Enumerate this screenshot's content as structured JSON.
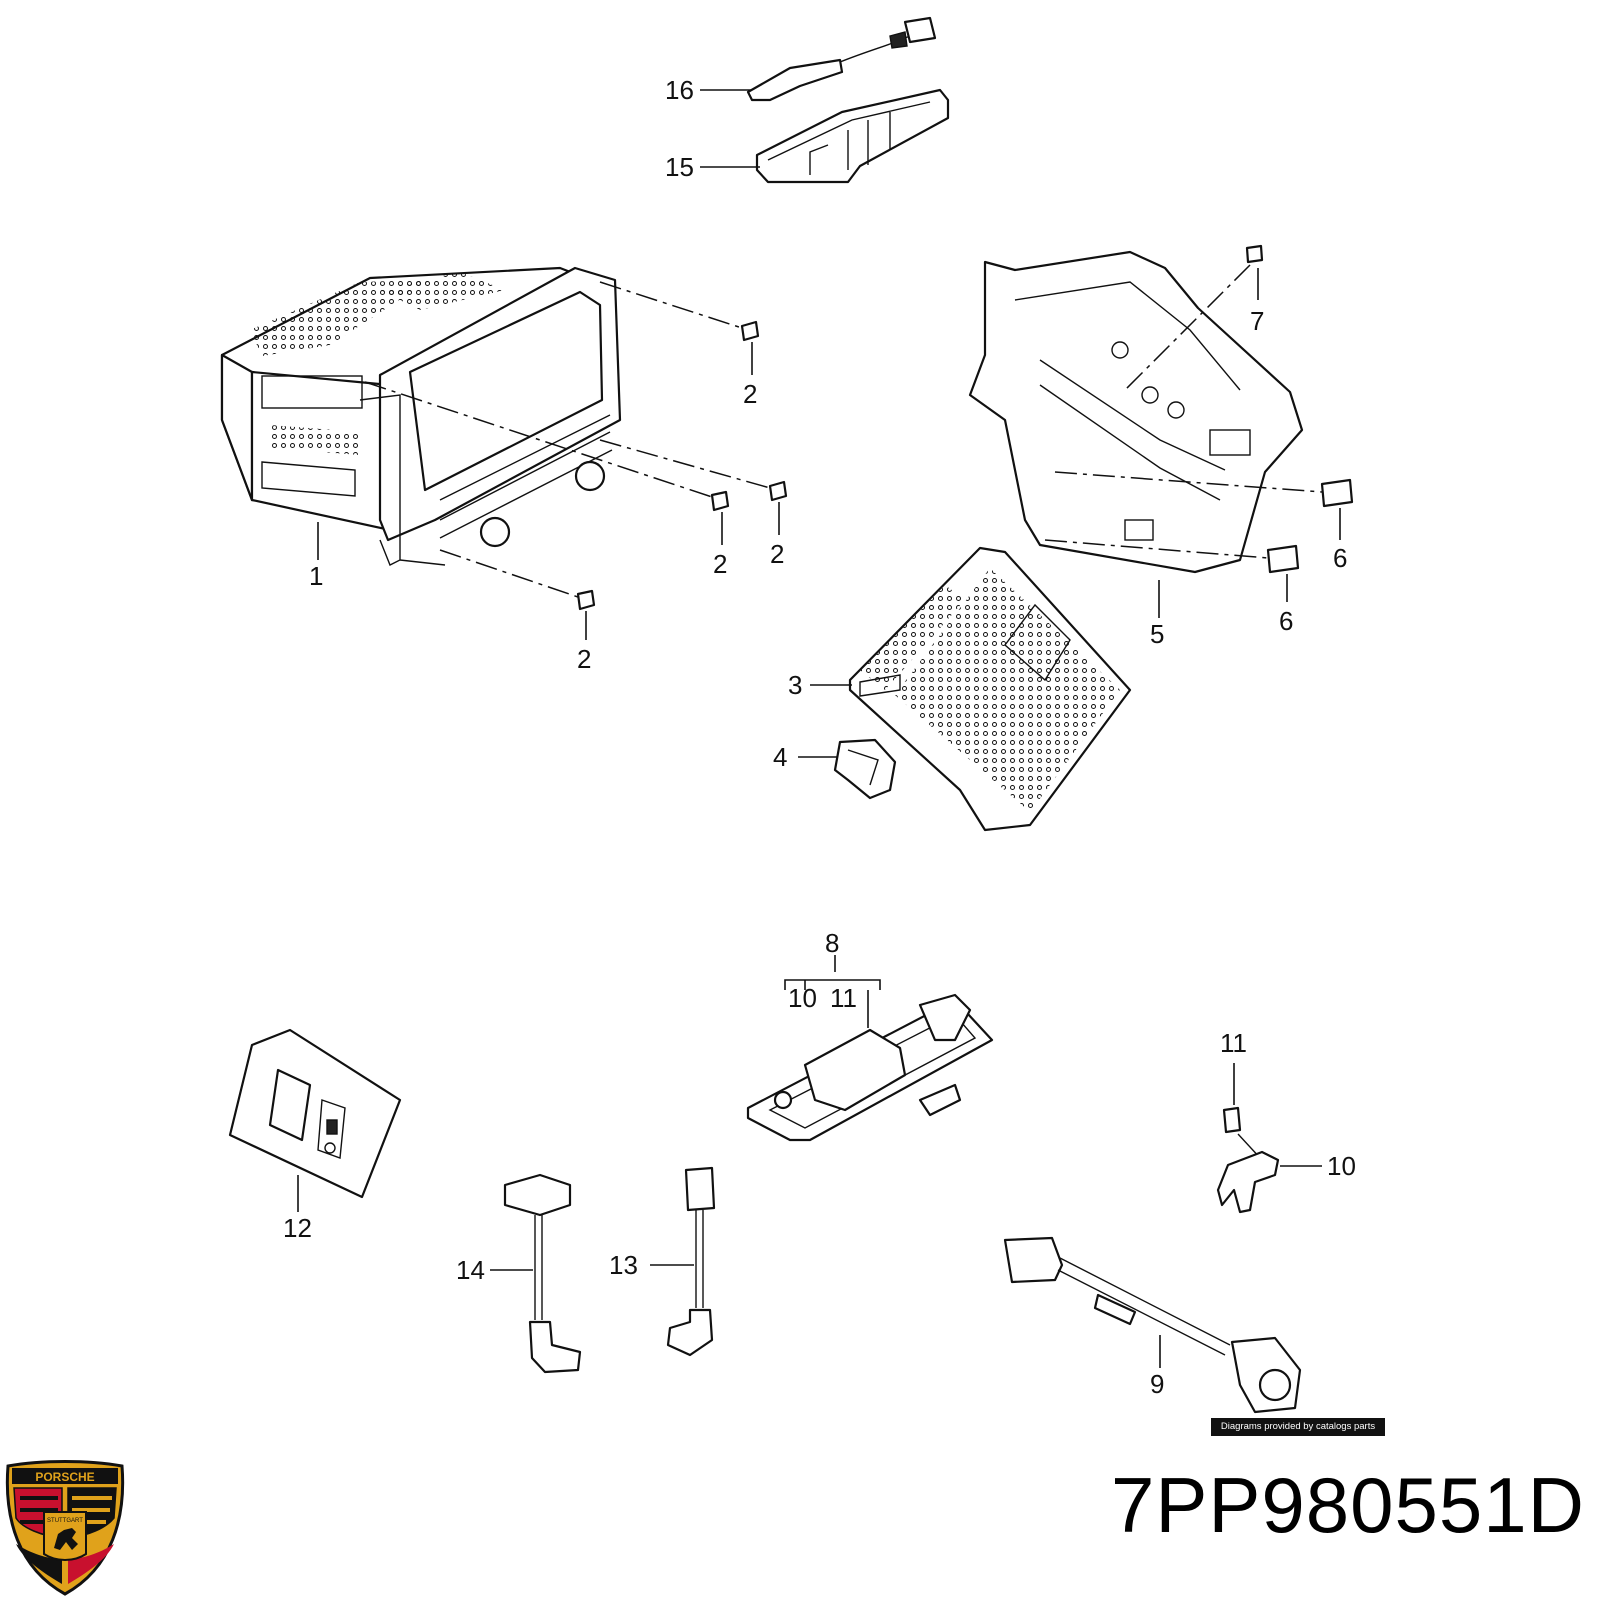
{
  "callouts": {
    "c1": "1",
    "c2a": "2",
    "c2b": "2",
    "c2c": "2",
    "c2d": "2",
    "c3": "3",
    "c4": "4",
    "c5": "5",
    "c6a": "6",
    "c6b": "6",
    "c7": "7",
    "c8": "8",
    "c8_10": "10",
    "c8_11": "11",
    "c9": "9",
    "c10": "10",
    "c11": "11",
    "c12": "12",
    "c13": "13",
    "c14": "14",
    "c15": "15",
    "c16": "16"
  },
  "credit": "Diagrams provided by catalogs parts",
  "part_number": "7PP980551D",
  "logo": {
    "brand": "PORSCHE",
    "city": "STUTTGART",
    "colors": {
      "gold": "#e0a21b",
      "red": "#c8102e",
      "black": "#111111"
    }
  }
}
